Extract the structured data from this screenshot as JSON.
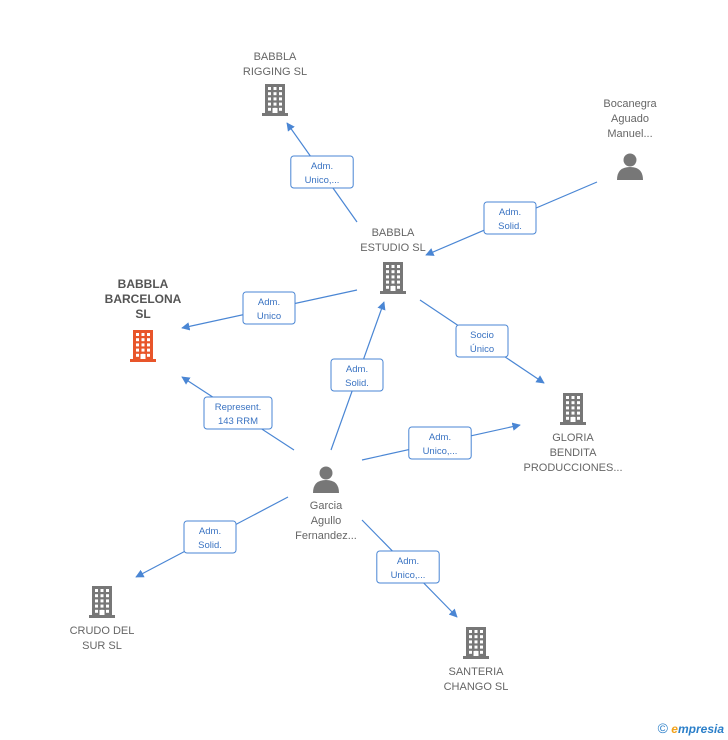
{
  "colors": {
    "company": "#777777",
    "company_main": "#e8552a",
    "person": "#777777",
    "edge": "#4a86d4"
  },
  "nodes": [
    {
      "id": "babbla_rigging",
      "type": "company",
      "label": [
        "BABBLA",
        "RIGGING  SL"
      ]
    },
    {
      "id": "bocanegra",
      "type": "person",
      "label": [
        "Bocanegra",
        "Aguado",
        "Manuel..."
      ]
    },
    {
      "id": "babbla_estudio",
      "type": "company",
      "label": [
        "BABBLA",
        "ESTUDIO SL"
      ]
    },
    {
      "id": "babbla_barcelona",
      "type": "company_main",
      "label": [
        "BABBLA",
        "BARCELONA",
        "SL"
      ]
    },
    {
      "id": "gloria",
      "type": "company",
      "label": [
        "GLORIA",
        "BENDITA",
        "PRODUCCIONES..."
      ]
    },
    {
      "id": "garcia",
      "type": "person",
      "label": [
        "Garcia",
        "Agullo",
        "Fernandez..."
      ]
    },
    {
      "id": "crudo",
      "type": "company",
      "label": [
        "CRUDO DEL",
        "SUR  SL"
      ]
    },
    {
      "id": "santeria",
      "type": "company",
      "label": [
        "SANTERIA",
        "CHANGO  SL"
      ]
    }
  ],
  "edges": [
    {
      "from": "babbla_estudio",
      "to": "babbla_rigging",
      "label": [
        "Adm.",
        "Unico,..."
      ]
    },
    {
      "from": "bocanegra",
      "to": "babbla_estudio",
      "label": [
        "Adm.",
        "Solid."
      ]
    },
    {
      "from": "babbla_estudio",
      "to": "babbla_barcelona",
      "label": [
        "Adm.",
        "Unico"
      ]
    },
    {
      "from": "babbla_estudio",
      "to": "gloria",
      "label": [
        "Socio",
        "Único"
      ]
    },
    {
      "from": "garcia",
      "to": "babbla_estudio",
      "label": [
        "Adm.",
        "Solid."
      ]
    },
    {
      "from": "garcia",
      "to": "babbla_barcelona",
      "label": [
        "Represent.",
        "143 RRM"
      ]
    },
    {
      "from": "garcia",
      "to": "gloria",
      "label": [
        "Adm.",
        "Unico,..."
      ]
    },
    {
      "from": "garcia",
      "to": "crudo",
      "label": [
        "Adm.",
        "Solid."
      ]
    },
    {
      "from": "garcia",
      "to": "santeria",
      "label": [
        "Adm.",
        "Unico,..."
      ]
    }
  ],
  "footer": {
    "copyright_symbol": "©",
    "brand_initial": "e",
    "brand_rest": "mpresia"
  }
}
